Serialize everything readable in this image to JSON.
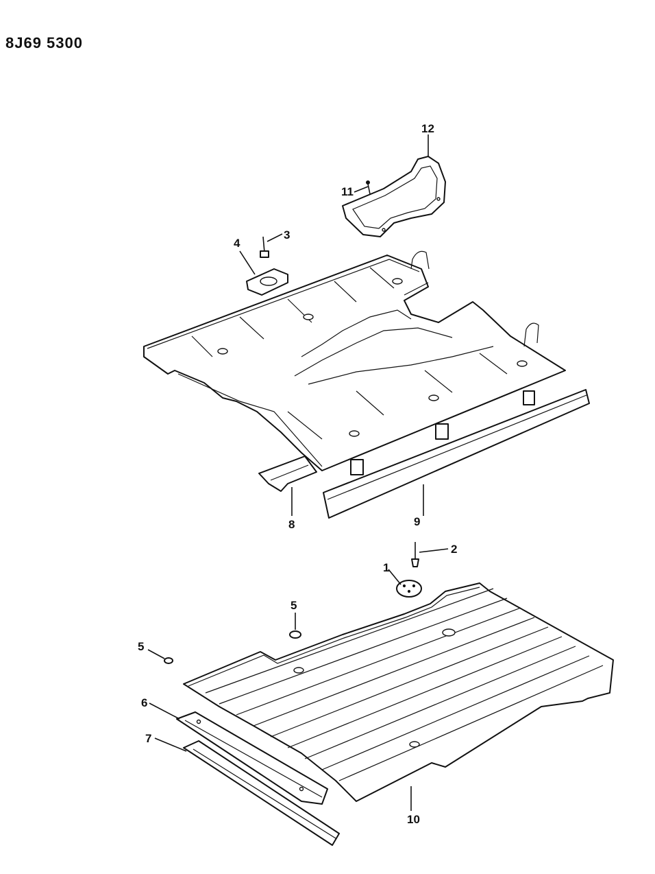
{
  "diagram_code": "8J69 5300",
  "callouts": [
    "1",
    "2",
    "3",
    "4",
    "5",
    "5",
    "6",
    "7",
    "8",
    "9",
    "10",
    "11",
    "12"
  ]
}
